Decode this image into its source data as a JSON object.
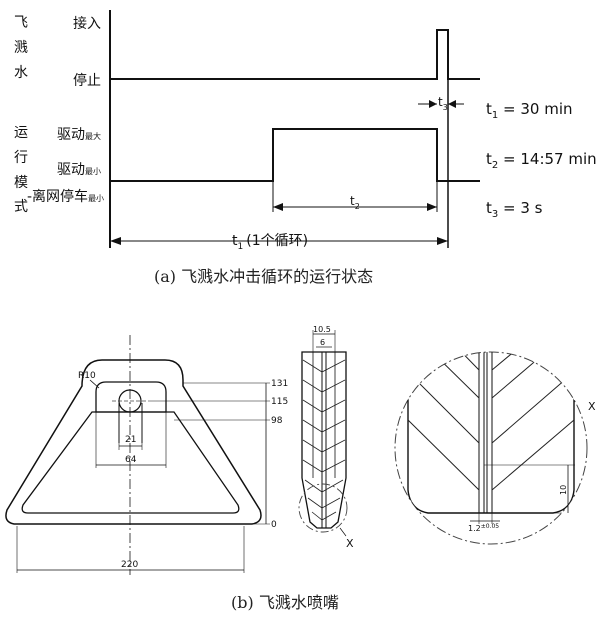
{
  "panel_a": {
    "side_label_top": [
      "飞",
      "溅",
      "水"
    ],
    "side_label_bottom": [
      "运",
      "行",
      "模",
      "式"
    ],
    "levels": {
      "connect": "接入",
      "stop": "停止",
      "drive_max_main": "驱动",
      "drive_max_sub": "最大",
      "drive_min_main": "驱动",
      "drive_min_sub": "最小",
      "offgrid_main": "-离网停车",
      "offgrid_sub": "最小"
    },
    "t1_label": "t",
    "t1_sub": "1",
    "t1_note": "(1个循环)",
    "t2_label": "t",
    "t2_sub": "2",
    "t3_label": "t",
    "t3_sub": "3",
    "legend": {
      "t1": {
        "sym": "t",
        "sub": "1",
        "val": " = 30 min"
      },
      "t2": {
        "sym": "t",
        "sub": "2",
        "val": " = 14:57 min"
      },
      "t3": {
        "sym": "t",
        "sub": "3",
        "val": " = 3 s"
      }
    },
    "caption": "(a) 飞溅水冲击循环的运行状态"
  },
  "panel_b": {
    "radius_label": "R10",
    "dim_131": "131",
    "dim_115": "115",
    "dim_98": "98",
    "dim_0": "0",
    "dim_21": "21",
    "dim_64": "64",
    "dim_220": "220",
    "dim_105": "10.5",
    "dim_6": "6",
    "detail_mark": "X",
    "detail_mark2": "X",
    "dim_10": "10",
    "dim_12": "1.2",
    "dim_12_tol": "±0.05",
    "caption": "(b) 飞溅水喷嘴"
  }
}
